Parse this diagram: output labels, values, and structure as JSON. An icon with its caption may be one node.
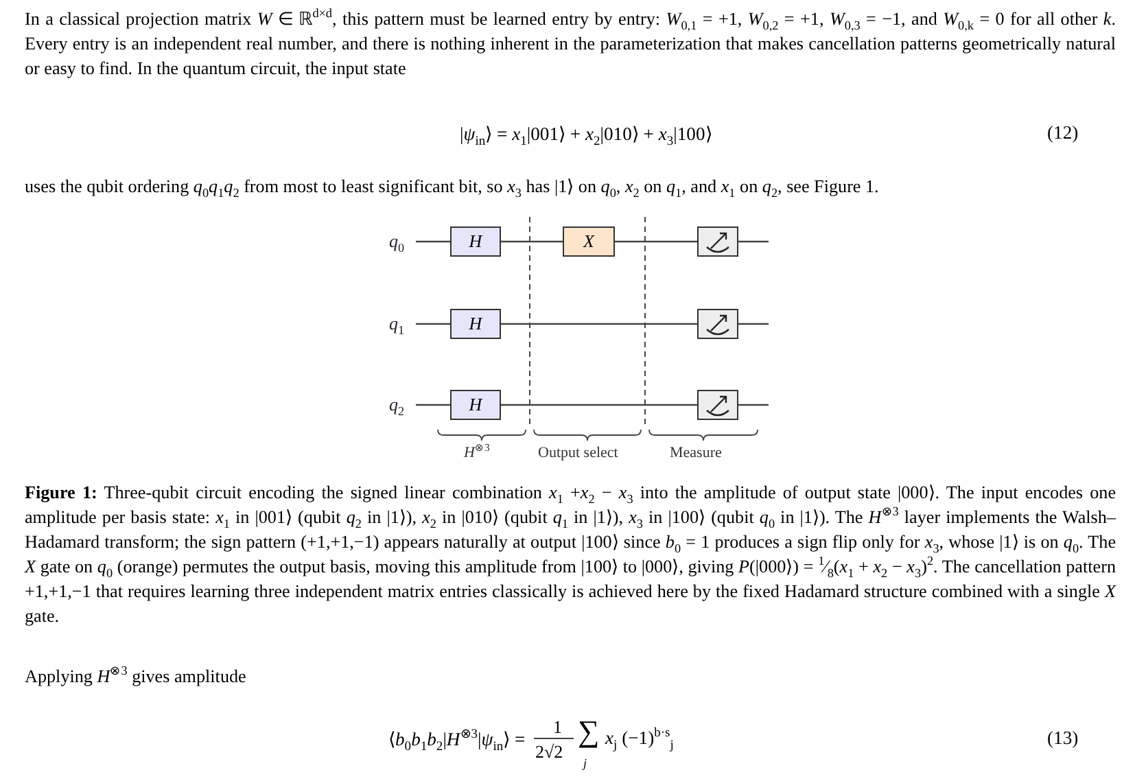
{
  "diagram": {
    "caption": "**Figure 1:** Three-qubit circuit encoding the signed linear combination *x*$_{1}$ +*x*$_{2}$ − *x*$_{3}$ into the amplitude of output state |000⟩. The input encodes one amplitude per basis state: *x*$_{1}$ in |001⟩ (qubit *q*$_{2}$ in |1⟩), *x*$_{2}$ in |010⟩ (qubit *q*$_{1}$ in |1⟩), *x*$_{3}$ in |100⟩ (qubit *q*$_{0}$ in |1⟩). The *H*$^{⊗3}$ layer implements the Walsh–Hadamard transform; the sign pattern (+1,+1,−1) appears naturally at output |100⟩ since *b*$_{0}$ = 1 produces a sign flip only for *x*$_{3}$, whose |1⟩ is on *q*$_{0}$. The *X* gate on *q*$_{0}$ (orange) permutes the output basis, moving this amplitude from |100⟩ to |000⟩, giving *P*(|000⟩) = $^{1}$⁄$_{8}$(*x*$_{1}$ + *x*$_{2}$ − *x*$_{3}$)$^{2}$. The cancellation pattern +1,+1,−1 that requires learning three independent matrix entries classically is achieved here by the fixed Hadamard structure combined with a single *X* gate.",
    "nodes": [
      {
        "text": [
          "*q*$_{0}$"
        ]
      },
      {
        "text": [
          "*q*$_{1}$"
        ]
      },
      {
        "text": [
          "*q*$_{2}$"
        ]
      },
      {
        "text": [
          "H"
        ]
      },
      {
        "text": [
          "H"
        ]
      },
      {
        "text": [
          "H"
        ]
      },
      {
        "text": [
          "X"
        ]
      },
      {
        "text": [],
        "shape": "box"
      },
      {
        "text": [],
        "shape": "box"
      },
      {
        "text": [],
        "shape": "box"
      }
    ],
    "edges": [
      {
        "from": 0,
        "to": 3,
        "arrow": "none"
      },
      {
        "from": 3,
        "to": 6,
        "arrow": "none"
      },
      {
        "from": 6,
        "to": 7,
        "arrow": "none"
      },
      {
        "from": 7,
        "to": null,
        "arrow": "none"
      },
      {
        "from": 1,
        "to": 4,
        "arrow": "none"
      },
      {
        "from": 4,
        "to": 8,
        "arrow": "none"
      },
      {
        "from": 8,
        "to": null,
        "arrow": "none"
      },
      {
        "from": 2,
        "to": 5,
        "arrow": "none"
      },
      {
        "from": 5,
        "to": 9,
        "arrow": "none"
      },
      {
        "from": 9,
        "to": null,
        "arrow": "none"
      }
    ],
    "labels": [
      "In a classical projection matrix *W* ∈ ℝ$^{d×d}$, this pattern must be learned entry by entry: *W*$_{0,1}$ = +1, *W*$_{0,2}$ = +1, *W*$_{0,3}$ = −1, and *W*$_{0,k}$ = 0 for all other *k*. Every entry is an independent real number, and there is nothing inherent in the parameterization that makes cancellation patterns geometrically natural or easy to find. In the quantum circuit, the input state",
      "|*ψ*$_{in}$⟩ = *x*$_{1}$|001⟩ + *x*$_{2}$|010⟩ + *x*$_{3}$|100⟩",
      "(12)",
      "uses the qubit ordering *q*$_{0}$*q*$_{1}$*q*$_{2}$ from most to least significant bit, so *x*$_{3}$ has |1⟩ on *q*$_{0}$, *x*$_{2}$ on *q*$_{1}$, and *x*$_{1}$ on *q*$_{2}$, see Figure 1.",
      "*H*$^{⊗3}$",
      "Output select",
      "Measure",
      "Applying *H*$^{⊗3}$ gives amplitude",
      "⟨*b*$_{0}$*b*$_{1}$*b*$_{2}$|*H*$^{⊗3}$|*ψ*$_{in}$⟩ =",
      "1",
      "2√2",
      "∑",
      "j",
      "*x*$_{j}$ (−1)$^{b·s}$$_{j}$",
      "(13)"
    ]
  }
}
